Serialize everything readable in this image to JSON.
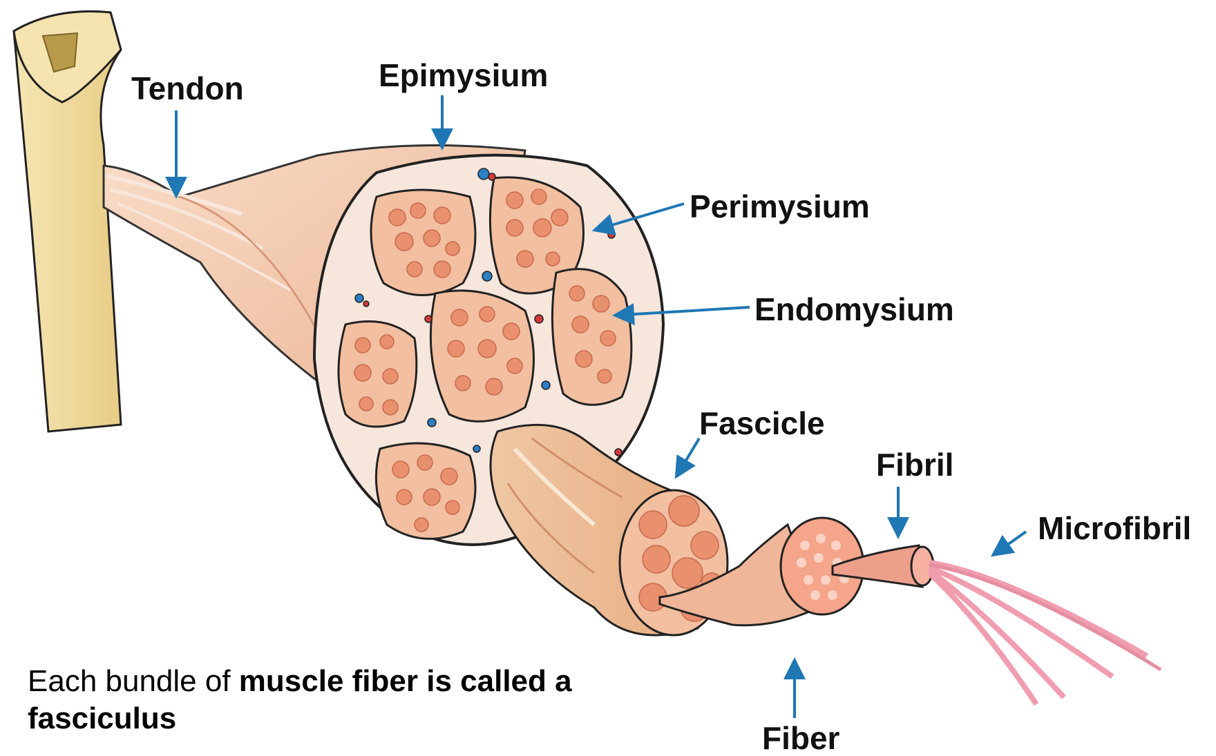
{
  "labels": {
    "tendon": "Tendon",
    "epimysium": "Epimysium",
    "perimysium": "Perimysium",
    "endomysium": "Endomysium",
    "fascicle": "Fascicle",
    "fibril": "Fibril",
    "microfibril": "Microfibril",
    "fiber": "Fiber"
  },
  "caption": {
    "normal": "Each bundle of ",
    "bold_line1": "muscle fiber is called a",
    "bold_line2": "fasciculus"
  },
  "colors": {
    "arrow": "#1f77b4",
    "bone": "#f1dca0",
    "muscle": "#f2c3a6",
    "fascicle_fill": "#e98d72",
    "connective": "#f7e6dc"
  }
}
